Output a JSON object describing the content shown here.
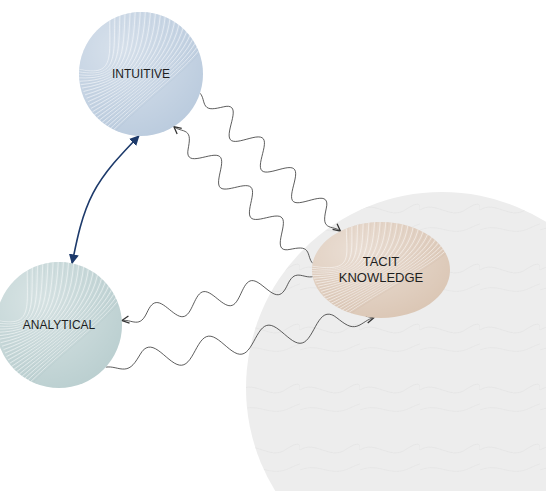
{
  "diagram": {
    "nodes": [
      {
        "text": [
          "INTUITIVE"
        ]
      },
      {
        "text": [
          "TACIT KNOWLEDGE"
        ]
      },
      {
        "text": [
          "ANALYTICAL"
        ]
      }
    ],
    "edges": [
      {
        "from": 0,
        "to": 2,
        "arrow": "both"
      },
      {
        "from": 1,
        "to": 0,
        "arrow": "to"
      },
      {
        "from": 0,
        "to": 1,
        "arrow": "to"
      },
      {
        "from": 1,
        "to": 2,
        "arrow": "to"
      },
      {
        "from": 2,
        "to": 1,
        "arrow": "to"
      }
    ]
  }
}
